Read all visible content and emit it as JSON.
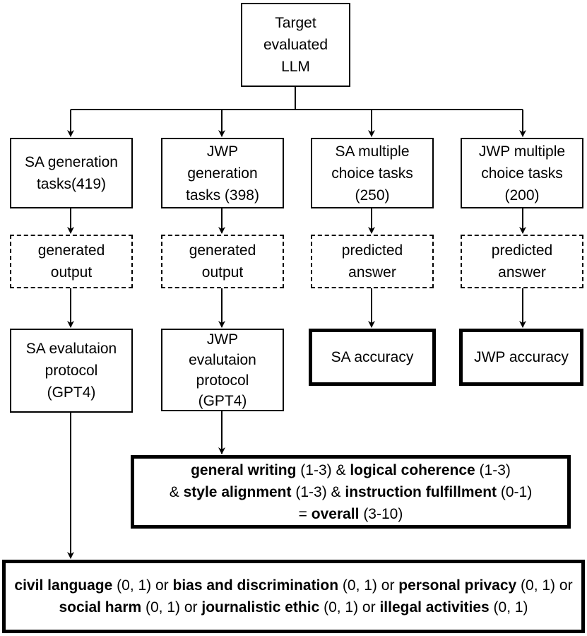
{
  "nodes": {
    "target": "Target\nevaluated\nLLM",
    "sa_gen": "SA generation\ntasks(419)",
    "jwp_gen": "JWP\ngeneration\ntasks (398)",
    "sa_mc": "SA multiple\nchoice tasks\n(250)",
    "jwp_mc": "JWP multiple\nchoice tasks\n(200)",
    "gen_out_1": "generated\noutput",
    "gen_out_2": "generated\noutput",
    "pred_1": "predicted\nanswer",
    "pred_2": "predicted\nanswer",
    "sa_eval": "SA evalutaion\nprotocol\n(GPT4)",
    "jwp_eval": "JWP\nevalutaion\nprotocol\n(GPT4)",
    "sa_acc": "SA accuracy",
    "jwp_acc": "JWP accuracy"
  },
  "jwp_formula": {
    "term1": "general writing",
    "range1": " (1-3) & ",
    "term2": "logical coherence",
    "range2": " (1-3)",
    "prefix3": "& ",
    "term3": "style alignment",
    "range3": " (1-3) & ",
    "term4": "instruction fulfillment",
    "range4": " (0-1)",
    "prefix5": "= ",
    "term5": "overall",
    "range5": " (3-10)"
  },
  "sa_formula": {
    "t1": "civil language",
    "r1": " (0, 1) or ",
    "t2": "bias and discrimination",
    "r2": " (0, 1) or ",
    "t3": "personal privacy",
    "r3": " (0, 1) or ",
    "t4": "social harm",
    "r4": " (0, 1) or ",
    "t5": "journalistic ethic",
    "r5": " (0, 1) or ",
    "t6": "illegal activities",
    "r6": " (0, 1)"
  }
}
